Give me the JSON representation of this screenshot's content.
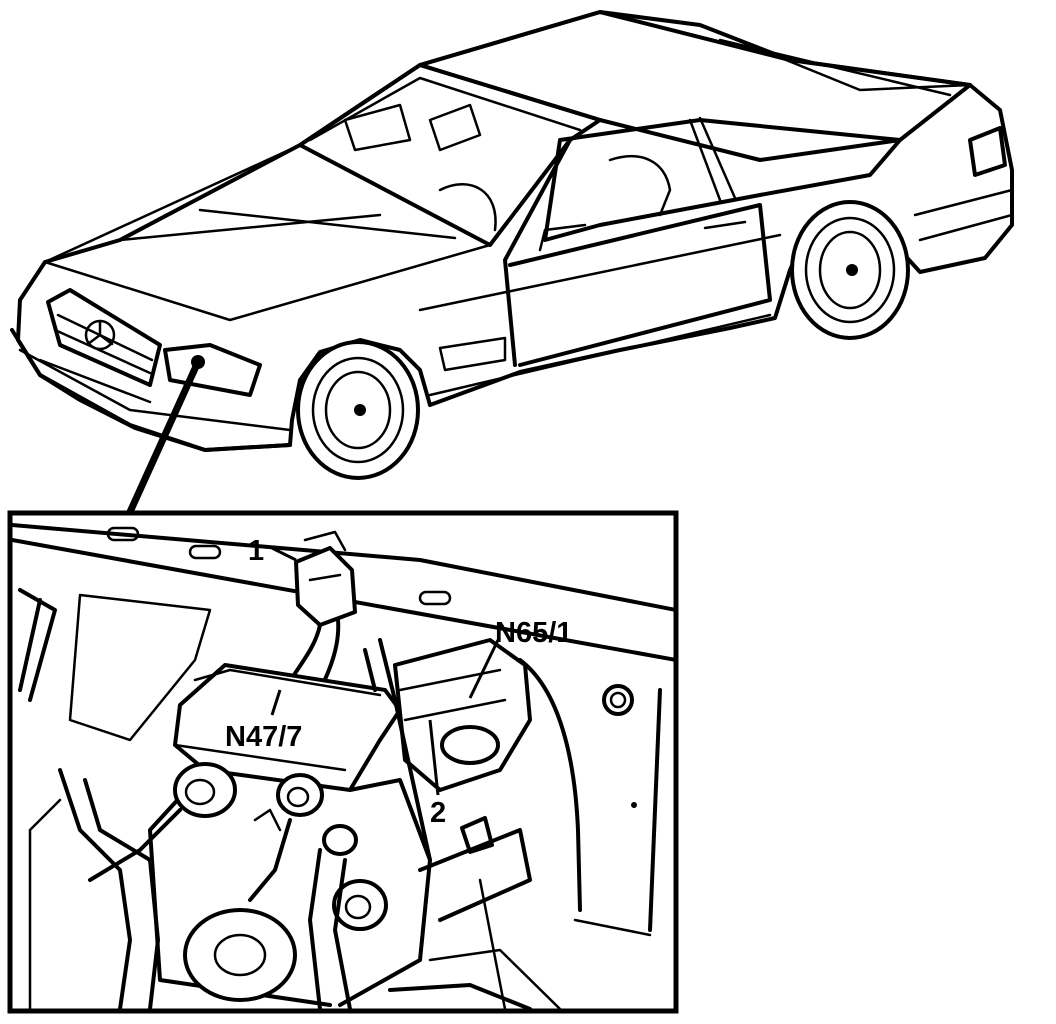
{
  "callouts": {
    "part_1": "1",
    "part_2": "2",
    "n65_1": "N65/1",
    "n47_7": "N47/7"
  }
}
